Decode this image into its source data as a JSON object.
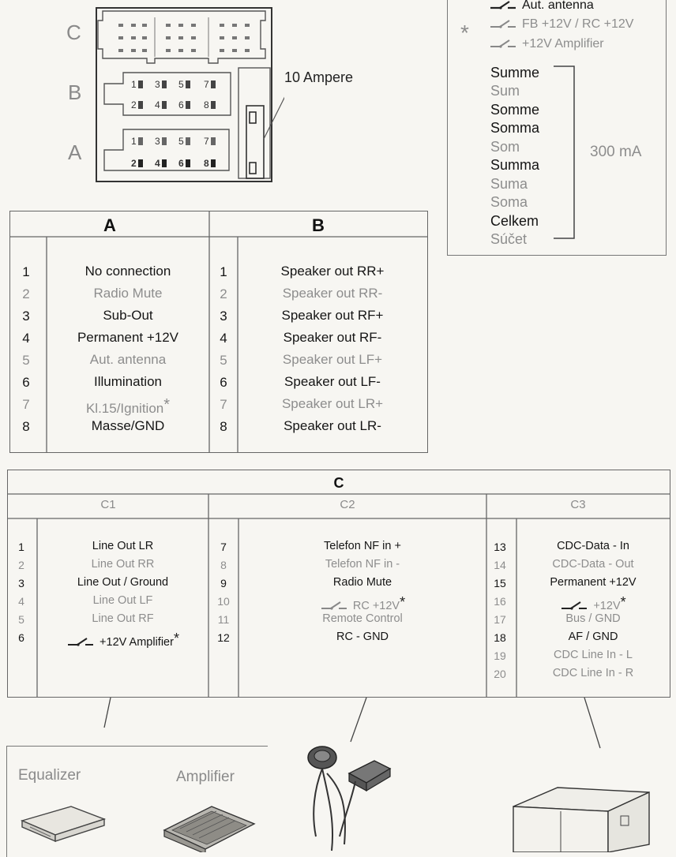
{
  "connector": {
    "letters": [
      "C",
      "B",
      "A"
    ],
    "fuse_label": "10 Ampere",
    "pins_b": [
      "1",
      "3",
      "5",
      "7",
      "2",
      "4",
      "6",
      "8"
    ],
    "pins_a": [
      "1",
      "3",
      "5",
      "7",
      "2",
      "4",
      "6",
      "8"
    ]
  },
  "legend": {
    "items": [
      "Aut. antenna",
      "FB +12V  / RC +12V",
      "+12V Amplifier"
    ],
    "star": "*",
    "sum_words": [
      "Summe",
      "Sum",
      "Somme",
      "Somma",
      "Som",
      "Summa",
      "Suma",
      "Soma",
      "Celkem",
      "Súčet"
    ],
    "sum_value": "300 mA"
  },
  "table_ab": {
    "head_a": "A",
    "head_b": "B",
    "nums": [
      "1",
      "2",
      "3",
      "4",
      "5",
      "6",
      "7",
      "8"
    ],
    "a": [
      "No connection",
      "Radio Mute",
      "Sub-Out",
      "Permanent +12V",
      "Aut. antenna",
      "Illumination",
      "Kl.15/Ignition",
      "Masse/GND"
    ],
    "b": [
      "Speaker out RR+",
      "Speaker out RR-",
      "Speaker out RF+",
      "Speaker out RF-",
      "Speaker out LF+",
      "Speaker out LF-",
      "Speaker out LR+",
      "Speaker out LR-"
    ],
    "star": "*"
  },
  "table_c": {
    "head": "C",
    "sub": [
      "C1",
      "C2",
      "C3"
    ],
    "c1_nums": [
      "1",
      "2",
      "3",
      "4",
      "5",
      "6"
    ],
    "c1": [
      "Line Out LR",
      "Line Out RR",
      "Line Out / Ground",
      "Line Out LF",
      "Line Out RF",
      "+12V Amplifier"
    ],
    "c2_nums": [
      "7",
      "8",
      "9",
      "10",
      "11",
      "12"
    ],
    "c2": [
      "Telefon NF in +",
      "Telefon NF in -",
      "Radio Mute",
      "RC +12V",
      "Remote Control",
      "RC - GND"
    ],
    "c3_nums": [
      "13",
      "14",
      "15",
      "16",
      "17",
      "18",
      "19",
      "20"
    ],
    "c3": [
      "CDC-Data - In",
      "CDC-Data - Out",
      "Permanent +12V",
      "+12V",
      "Bus / GND",
      "AF / GND",
      "CDC Line In - L",
      "CDC Line In - R"
    ],
    "star": "*"
  },
  "devices": {
    "equalizer": "Equalizer",
    "amplifier": "Amplifier"
  }
}
